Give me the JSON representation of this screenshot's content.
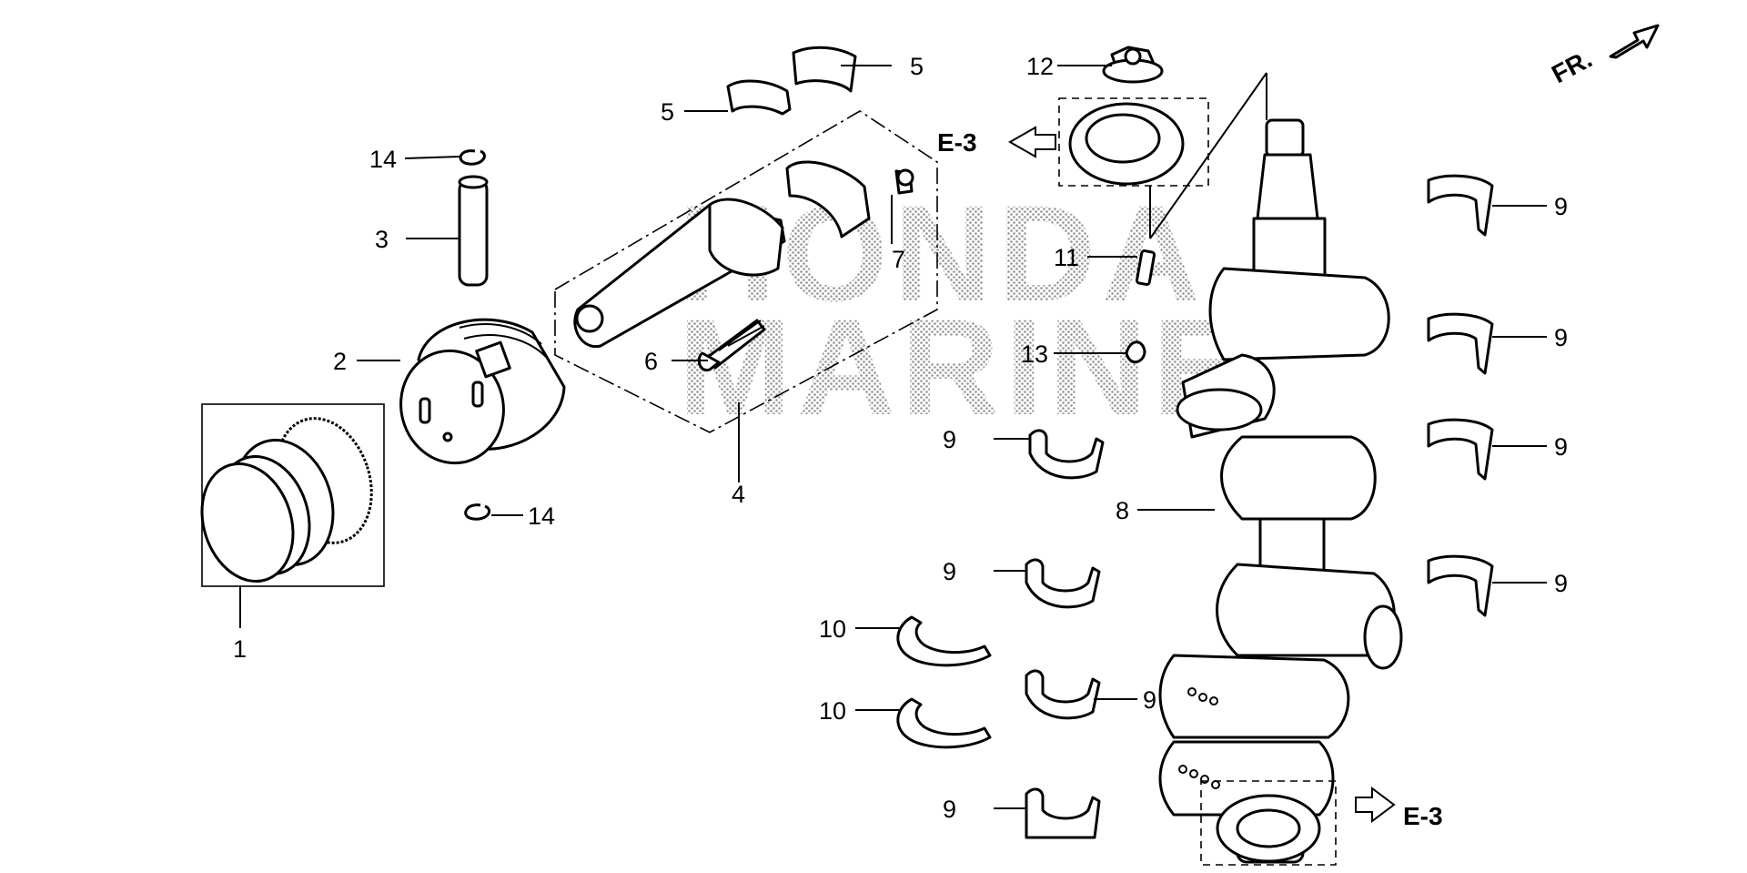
{
  "diagram": {
    "watermark": [
      "HONDA",
      "MARINE"
    ],
    "orientation_label": "FR.",
    "references": [
      {
        "id": "ref-top",
        "text": "E-3"
      },
      {
        "id": "ref-bottom",
        "text": "E-3"
      }
    ],
    "callouts": {
      "c1": "1",
      "c2": "2",
      "c3": "3",
      "c4": "4",
      "c5a": "5",
      "c5b": "5",
      "c6": "6",
      "c7": "7",
      "c8": "8",
      "c9a": "9",
      "c9b": "9",
      "c9c": "9",
      "c9d": "9",
      "c9e": "9",
      "c9f": "9",
      "c9g": "9",
      "c9h": "9",
      "c10a": "10",
      "c10b": "10",
      "c11": "11",
      "c12": "12",
      "c13": "13",
      "c14a": "14",
      "c14b": "14"
    }
  }
}
